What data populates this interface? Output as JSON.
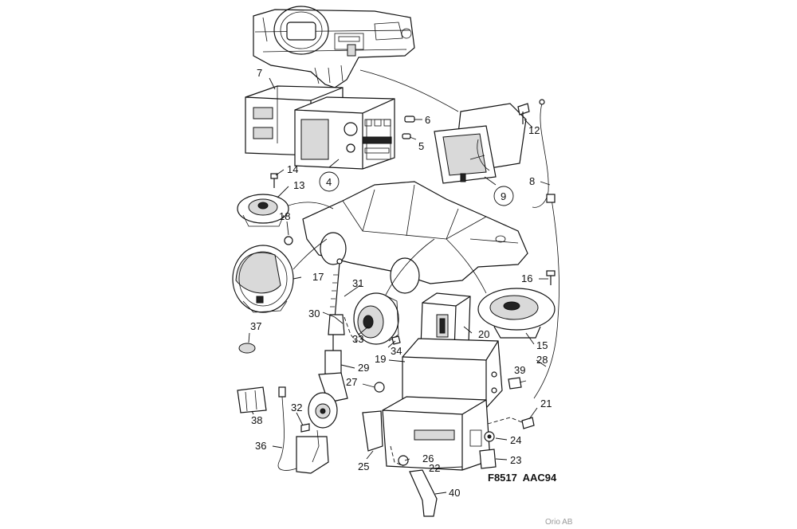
{
  "diagram": {
    "reference_code": "F8517  AAC94",
    "copyright": "Orio AB",
    "callouts": [
      {
        "id": "c7",
        "label": "7"
      },
      {
        "id": "c6",
        "label": "6"
      },
      {
        "id": "c5",
        "label": "5"
      },
      {
        "id": "c4",
        "label": "4"
      },
      {
        "id": "c12",
        "label": "12"
      },
      {
        "id": "c8",
        "label": "8"
      },
      {
        "id": "c9",
        "label": "9"
      },
      {
        "id": "c14",
        "label": "14"
      },
      {
        "id": "c13",
        "label": "13"
      },
      {
        "id": "c18",
        "label": "18"
      },
      {
        "id": "c17",
        "label": "17"
      },
      {
        "id": "c31",
        "label": "31"
      },
      {
        "id": "c30",
        "label": "30"
      },
      {
        "id": "c37",
        "label": "37"
      },
      {
        "id": "c33",
        "label": "33"
      },
      {
        "id": "c34",
        "label": "34"
      },
      {
        "id": "c16",
        "label": "16"
      },
      {
        "id": "c20",
        "label": "20"
      },
      {
        "id": "c15",
        "label": "15"
      },
      {
        "id": "c19",
        "label": "19"
      },
      {
        "id": "c28",
        "label": "28"
      },
      {
        "id": "c39",
        "label": "39"
      },
      {
        "id": "c29",
        "label": "29"
      },
      {
        "id": "c27",
        "label": "27"
      },
      {
        "id": "c38",
        "label": "38"
      },
      {
        "id": "c32",
        "label": "32"
      },
      {
        "id": "c21",
        "label": "21"
      },
      {
        "id": "c24",
        "label": "24"
      },
      {
        "id": "c36",
        "label": "36"
      },
      {
        "id": "c26",
        "label": "26"
      },
      {
        "id": "c25",
        "label": "25"
      },
      {
        "id": "c22",
        "label": "22"
      },
      {
        "id": "c23",
        "label": "23"
      },
      {
        "id": "c40",
        "label": "40"
      }
    ]
  }
}
